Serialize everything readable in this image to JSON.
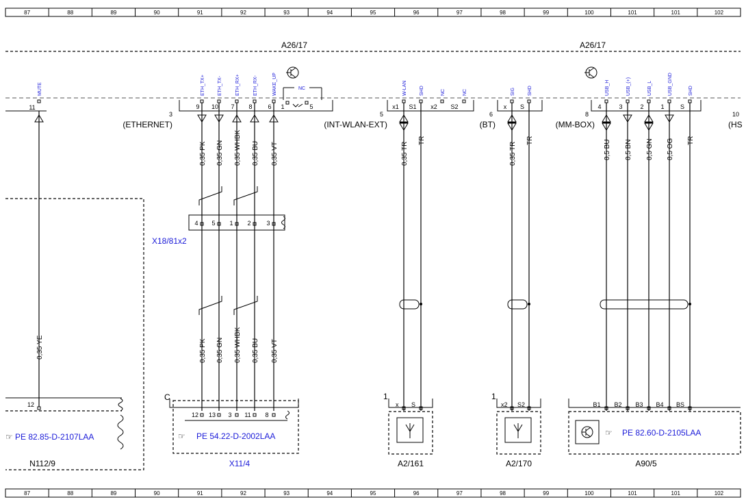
{
  "ruler": [
    "87",
    "88",
    "89",
    "90",
    "91",
    "92",
    "93",
    "94",
    "95",
    "96",
    "97",
    "98",
    "99",
    "100",
    "101",
    "101",
    "102"
  ],
  "modules": {
    "left": "A26/17",
    "right": "A26/17"
  },
  "header_pins": {
    "mute": {
      "pin": "11",
      "signal": "MUTE"
    },
    "ethernet": {
      "num": "3",
      "label": "(ETHERNET)",
      "pins": [
        {
          "pin": "9",
          "signal": "ETH_TX+"
        },
        {
          "pin": "10",
          "signal": "ETH_TX-"
        },
        {
          "pin": "7",
          "signal": "ETH_RX+"
        },
        {
          "pin": "8",
          "signal": "ETH_RX-"
        },
        {
          "pin": "6",
          "signal": "WAKE_UP"
        },
        {
          "pin": "1",
          "signal": ""
        },
        {
          "pin": "5",
          "signal": ""
        }
      ],
      "nc": "NC"
    },
    "wlan": {
      "num": "5",
      "label": "(INT-WLAN-EXT)",
      "pins": [
        {
          "pin": "x1",
          "signal": "W-LAN"
        },
        {
          "pin": "S1",
          "signal": "SHD"
        },
        {
          "pin": "x2",
          "signal": "NC"
        },
        {
          "pin": "S2",
          "signal": "NC"
        }
      ]
    },
    "bt": {
      "num": "6",
      "label": "(BT)",
      "pins": [
        {
          "pin": "x",
          "signal": "SIG"
        },
        {
          "pin": "S",
          "signal": "SHD"
        }
      ]
    },
    "mmbox": {
      "num": "8",
      "label": "(MM-BOX)",
      "pins": [
        {
          "pin": "4",
          "signal": "USB_H"
        },
        {
          "pin": "3",
          "signal": "USB_(+)"
        },
        {
          "pin": "2",
          "signal": "USB_L"
        },
        {
          "pin": "1",
          "signal": "USB_GND"
        },
        {
          "pin": "S",
          "signal": "SHD"
        }
      ]
    },
    "next": {
      "num": "10",
      "label": "(HS"
    }
  },
  "wires_top": [
    "0,35 PK",
    "0,35 GN",
    "0,35 WHBK",
    "0,35 BU",
    "0,35 VT"
  ],
  "wires_bottom": [
    "0,35 PK",
    "0,35 GN",
    "0,35 WHBK",
    "0,35 BU",
    "0,35 VT"
  ],
  "wire_mute": "0,35 YE",
  "wires_wlan": [
    "0,35 TR",
    "TR"
  ],
  "wires_bt": [
    "0,35 TR",
    "TR"
  ],
  "wires_mmbox": [
    "0,5 BU",
    "0,5 BN",
    "0,5 GN",
    "0,5 OG",
    "TR"
  ],
  "connector_mid": {
    "label": "X18/81x2",
    "pins": [
      "4",
      "5",
      "1",
      "2",
      "3"
    ]
  },
  "components": {
    "n112": {
      "label": "N112/9",
      "pin": "12",
      "ref": "PE 82.85-D-2107LAA",
      "ref_prefix": "☞"
    },
    "x11": {
      "label": "X11/4",
      "corner": "C",
      "pins": [
        "12",
        "13",
        "3",
        "11",
        "8"
      ],
      "ref": "PE 54.22-D-2002LAA",
      "ref_prefix": "☞"
    },
    "a2_161": {
      "label": "A2/161",
      "corner": "1",
      "pins": [
        "x",
        "S"
      ]
    },
    "a2_170": {
      "label": "A2/170",
      "corner": "1",
      "pins": [
        "x2",
        "S2"
      ]
    },
    "a90": {
      "label": "A90/5",
      "pins": [
        "B1",
        "B2",
        "B3",
        "B4",
        "BS"
      ],
      "ref": "PE 82.60-D-2105LAA",
      "ref_prefix": "☞"
    }
  }
}
